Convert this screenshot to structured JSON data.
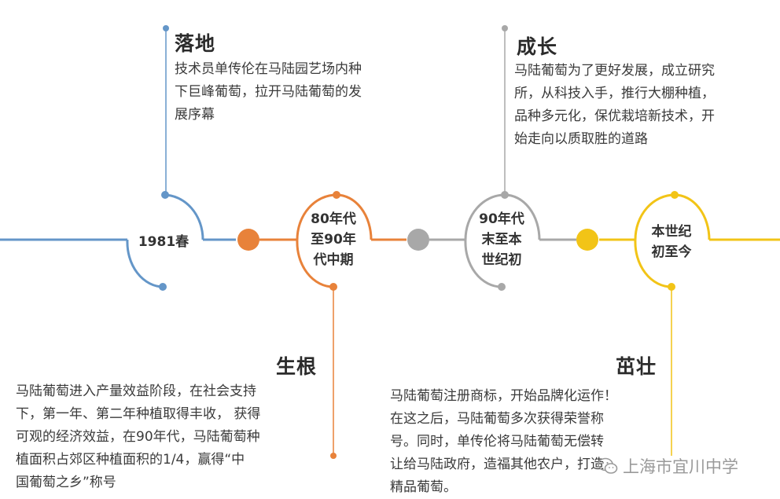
{
  "colors": {
    "blue": "#6496c8",
    "orange": "#e8823a",
    "gray": "#a8a8a8",
    "yellow": "#f2c417"
  },
  "periods": [
    {
      "label": "1981春"
    },
    {
      "label": "80年代\n至90年\n代中期"
    },
    {
      "label": "90年代\n末至本\n世纪初"
    },
    {
      "label": "本世纪\n初至今"
    }
  ],
  "events": [
    {
      "title": "落地",
      "text": "技术员单传伦在马陆园艺场内种\n下巨峰葡萄，拉开马陆葡萄的发\n展序幕"
    },
    {
      "title": "生根",
      "text": "马陆葡萄进入产量效益阶段，在社会支持\n下，第一年、第二年种植取得丰收， 获得\n可观的经济效益，在90年代，马陆葡萄种\n植面积占郊区种植面积的1/4，赢得“中\n国葡萄之乡”称号"
    },
    {
      "title": "成长",
      "text": "马陆葡萄为了更好发展，成立研究\n所，从科技入手，推行大棚种植，\n品种多元化，保优栽培新技术，开\n始走向以质取胜的道路"
    },
    {
      "title": "茁壮",
      "text": "马陆葡萄注册商标，开始品牌化运作！\n在这之后，马陆葡萄多次获得荣誉称\n号。同时，单传伦将马陆葡萄无偿转\n让给马陆政府，造福其他农户，打造\n精品葡萄。"
    }
  ],
  "watermark": {
    "icon": "wechat-icon",
    "text": "上海市宜川中学"
  }
}
